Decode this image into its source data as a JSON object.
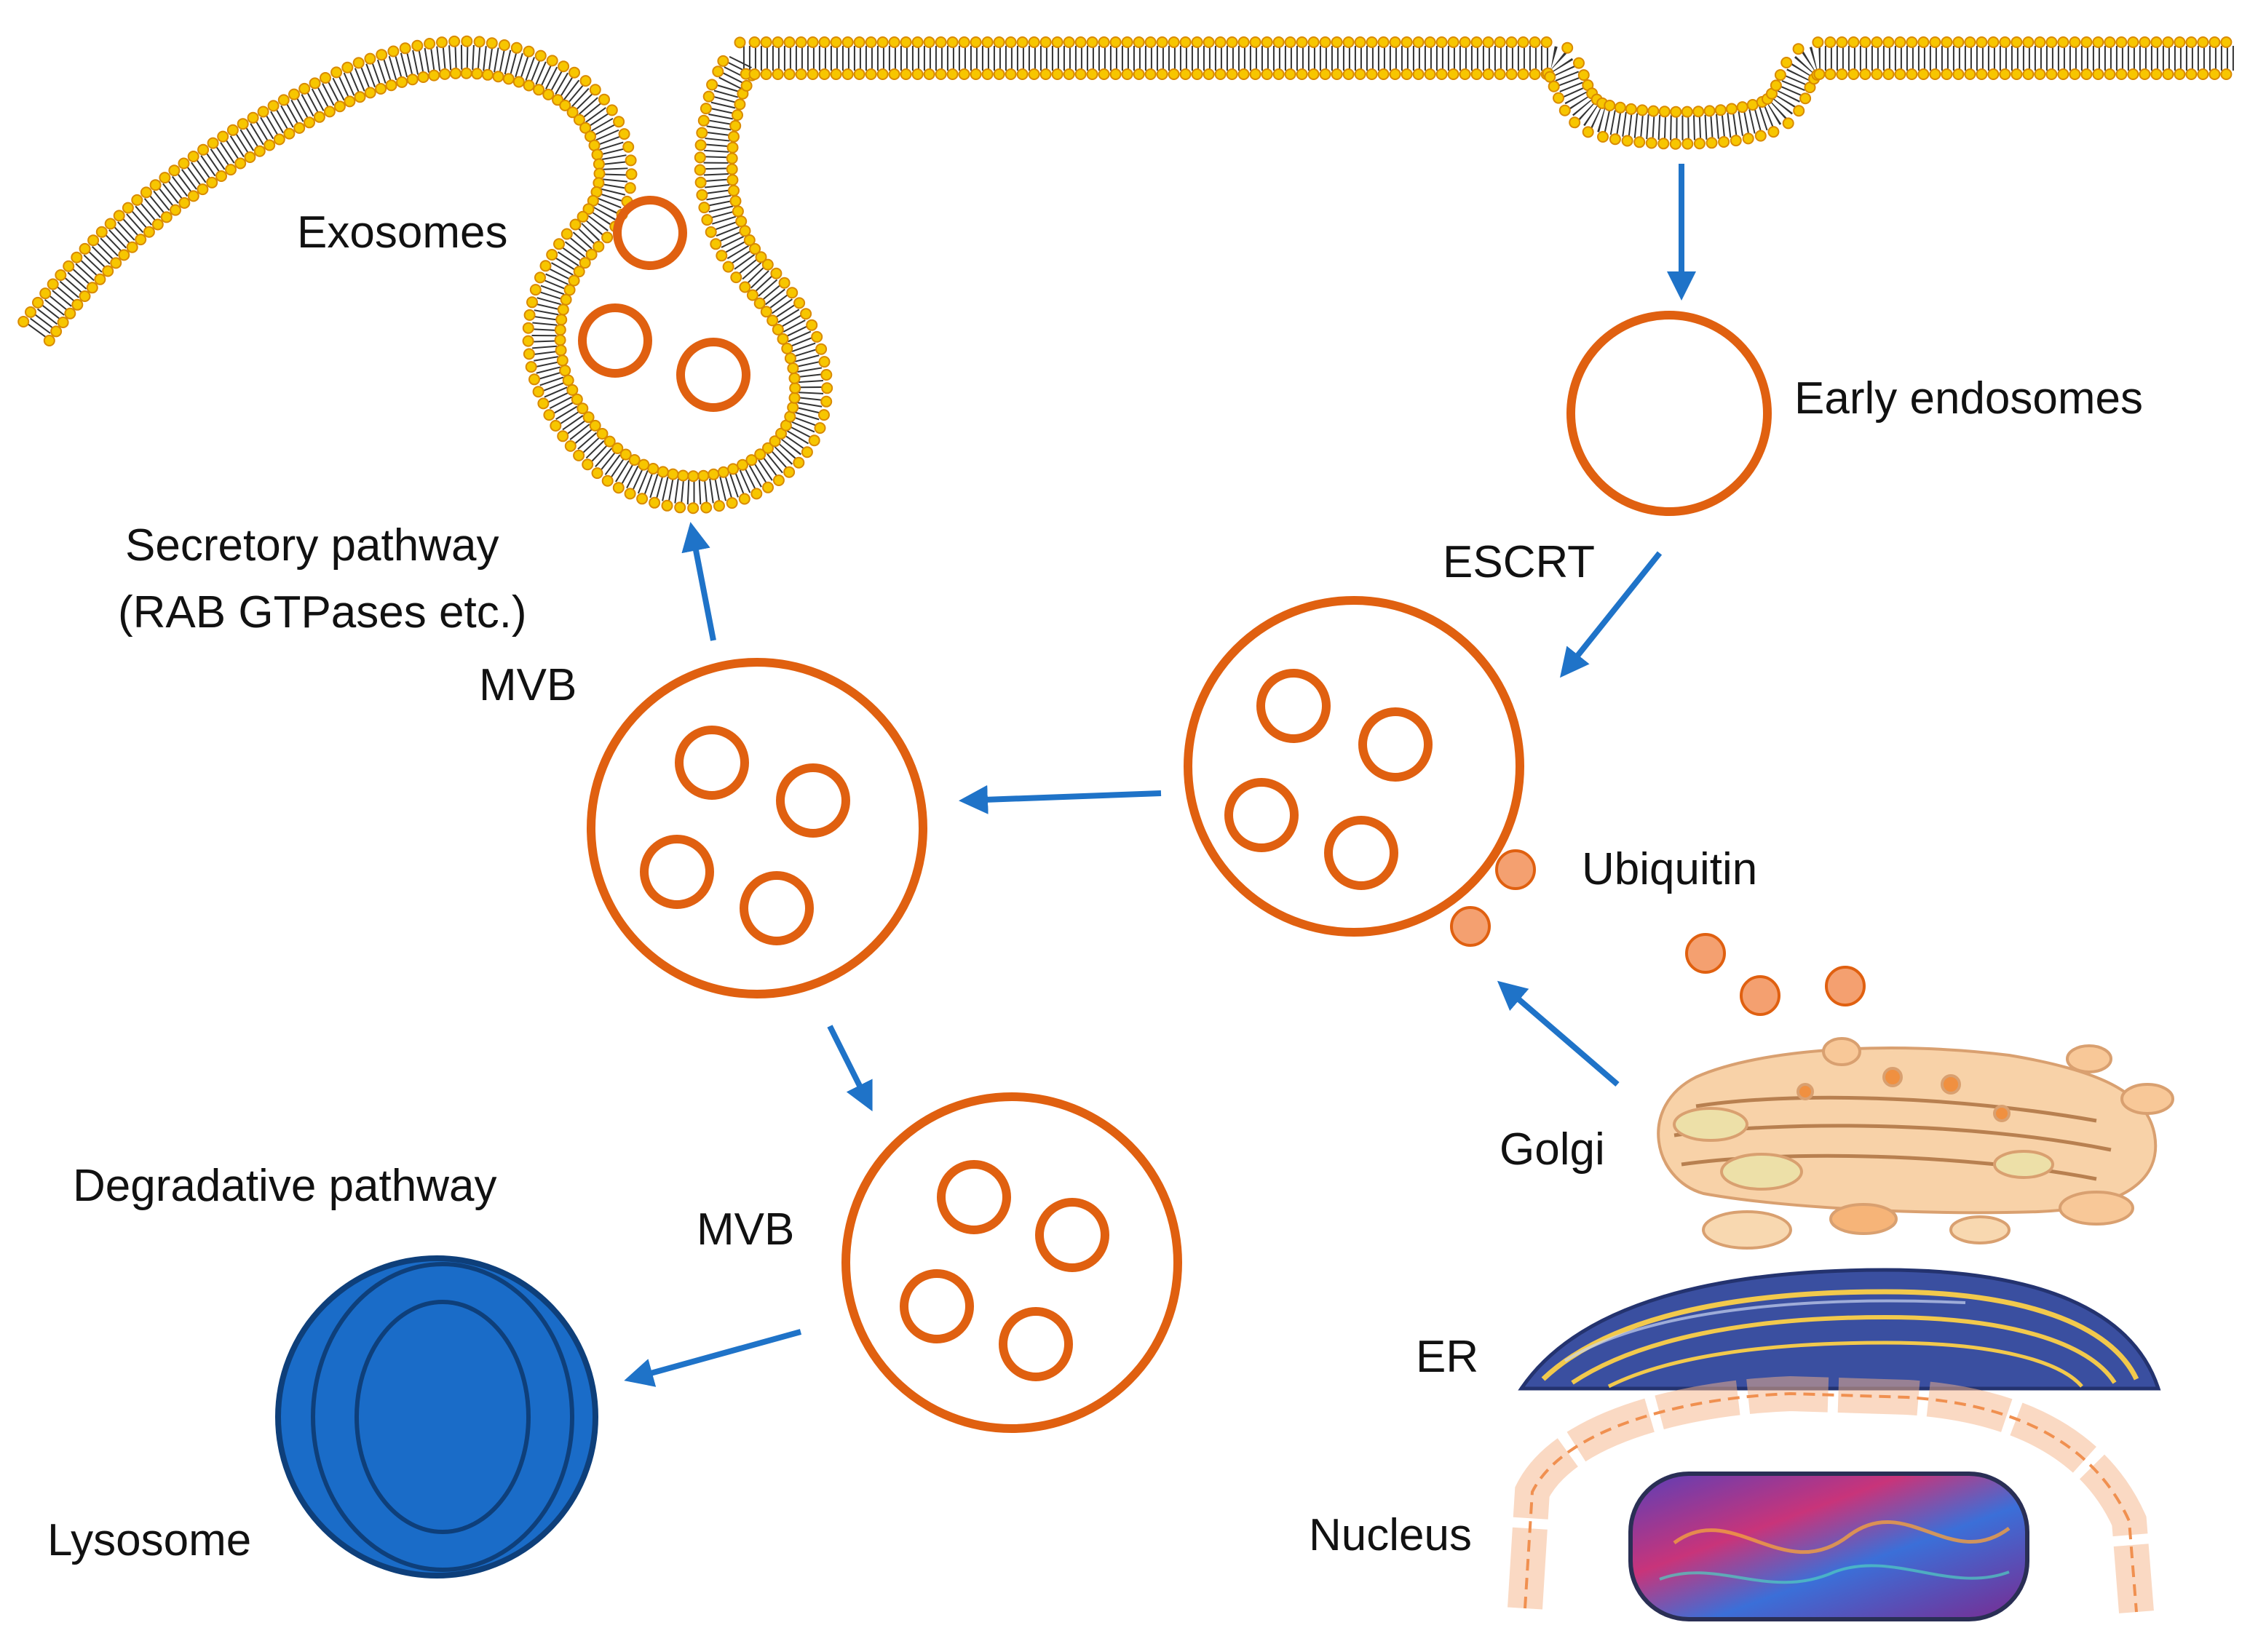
{
  "labels": {
    "exosomes": "Exosomes",
    "early_endosomes": "Early endosomes",
    "escrt": "ESCRT",
    "secretory_line1": "Secretory pathway",
    "secretory_line2": "(RAB GTPases etc.)",
    "mvb_top": "MVB",
    "ubiquitin": "Ubiquitin",
    "golgi": "Golgi",
    "degradative": "Degradative pathway",
    "mvb_bottom": "MVB",
    "er": "ER",
    "lysosome": "Lysosome",
    "nucleus": "Nucleus"
  },
  "colors": {
    "vesicle": "#E06010",
    "arrow": "#1F73C8",
    "lipid_head": "#F7C600",
    "lipid_head_edge": "#D98A00",
    "lysosome": "#1A6CC8",
    "lysosome_edge": "#0E3F7A",
    "ubiquitin": "#F4A070",
    "golgi": "#F8C898",
    "er": "#3A4FA0",
    "nuclear_envelope": "#F6B488"
  }
}
